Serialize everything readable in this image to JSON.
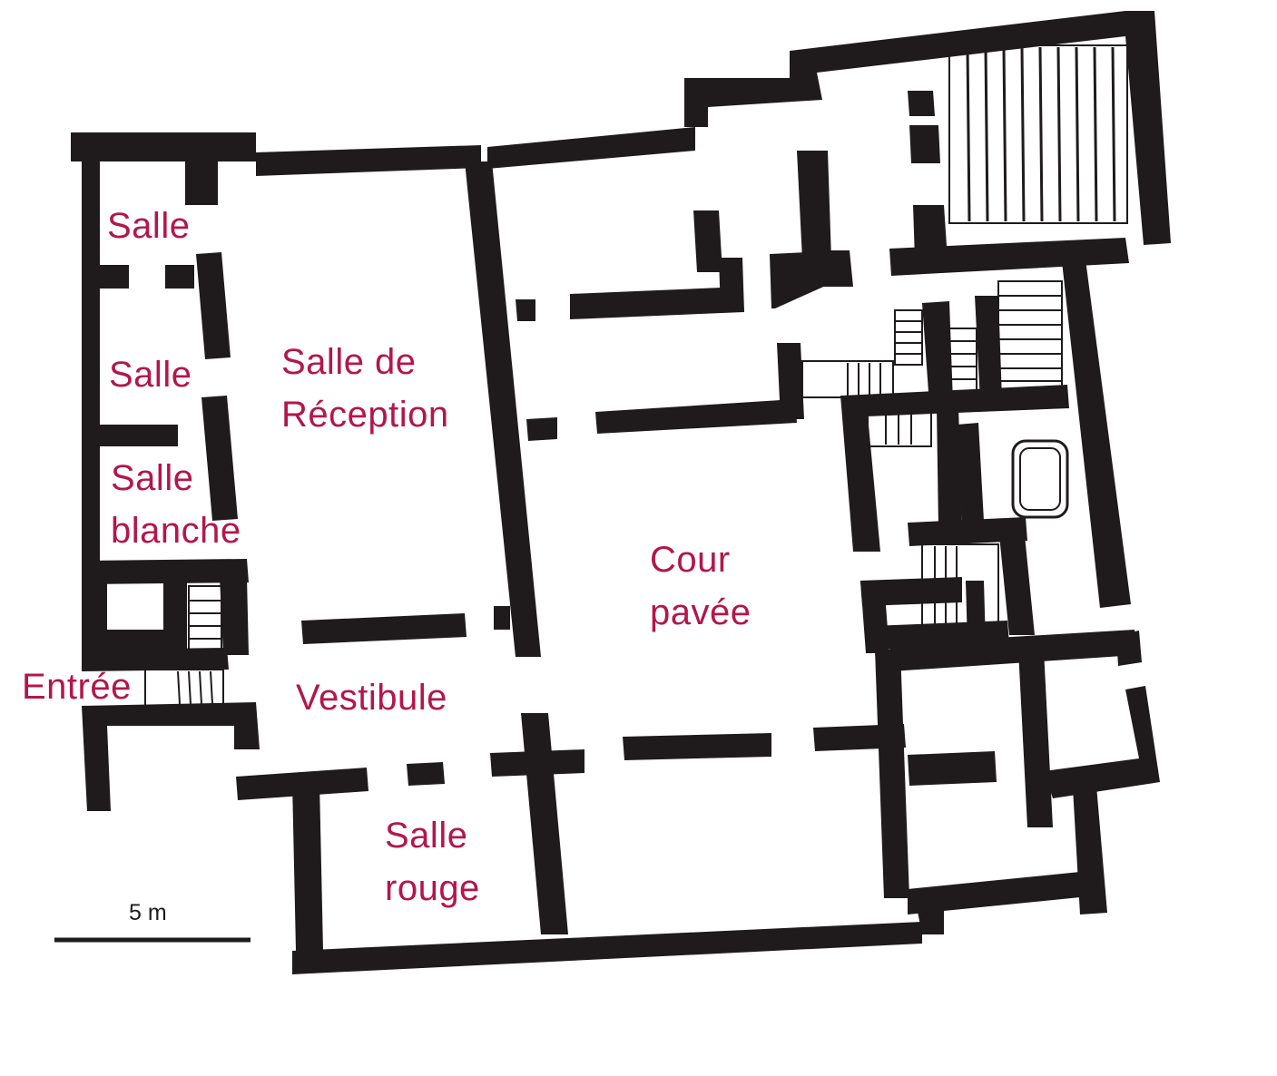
{
  "colors": {
    "label": "#b3164b",
    "wall": "#1f1b1c",
    "background": "#ffffff"
  },
  "rooms": {
    "salle_1": "Salle",
    "salle_2": "Salle",
    "salle_blanche": [
      "Salle",
      "blanche"
    ],
    "salle_reception": [
      "Salle de",
      "Réception"
    ],
    "cour_pavee": [
      "Cour",
      "pavée"
    ],
    "entree": "Entrée",
    "vestibule": "Vestibule",
    "salle_rouge": [
      "Salle",
      "rouge"
    ]
  },
  "scale": {
    "label": "5 m"
  }
}
